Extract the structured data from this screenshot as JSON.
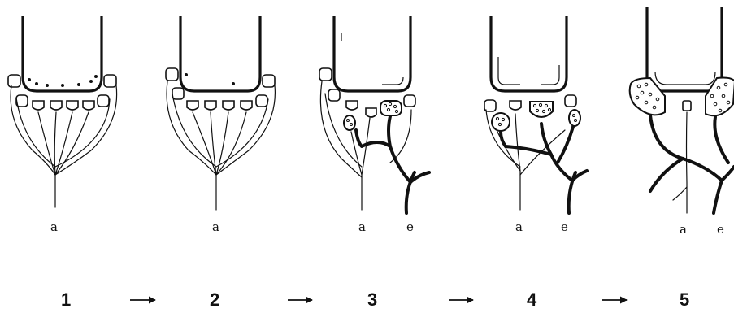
{
  "stages": [
    {
      "number": "1",
      "labels": [
        "a"
      ]
    },
    {
      "number": "2",
      "labels": [
        "a"
      ]
    },
    {
      "number": "3",
      "labels": [
        "a",
        "e"
      ]
    },
    {
      "number": "4",
      "labels": [
        "a",
        "e"
      ]
    },
    {
      "number": "5",
      "labels": [
        "a",
        "e"
      ]
    }
  ],
  "arrows": [
    "→",
    "→",
    "→",
    "→"
  ]
}
